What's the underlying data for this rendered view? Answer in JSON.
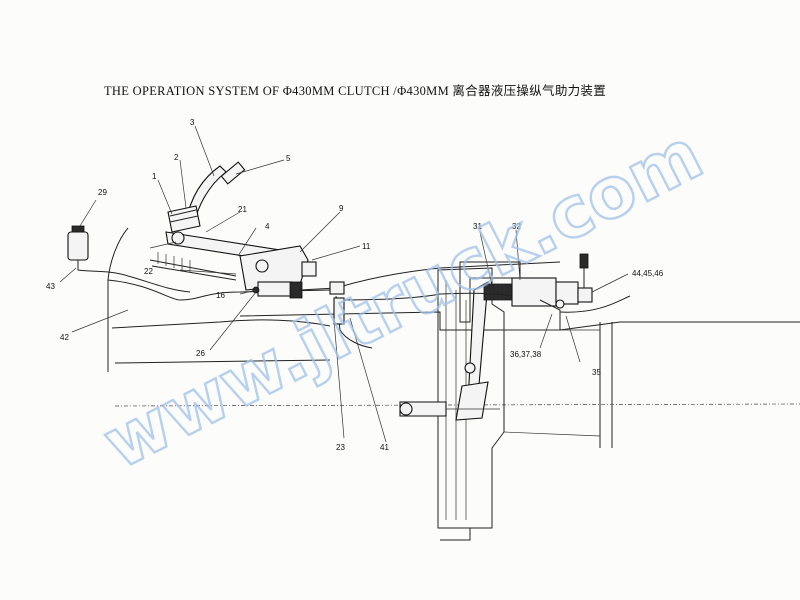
{
  "title": "THE OPERATION SYSTEM OF Φ430MM  CLUTCH /Φ430MM 离合器液压操纵气助力装置",
  "watermark": "www.jltruck.com",
  "callouts": {
    "c1": "1",
    "c2": "2",
    "c3": "3",
    "c4": "4",
    "c5": "5",
    "c9": "9",
    "c11": "11",
    "c16": "16",
    "c21": "21",
    "c22": "22",
    "c23": "23",
    "c26": "26",
    "c29": "29",
    "c31": "31",
    "c32": "32",
    "c35": "35",
    "c363738": "36,37,38",
    "c41": "41",
    "c42": "42",
    "c43": "43",
    "c444546": "44,45,46"
  },
  "colors": {
    "line": "#222222",
    "watermark": "#9fc2ea",
    "paper": "#fcfcfb"
  }
}
